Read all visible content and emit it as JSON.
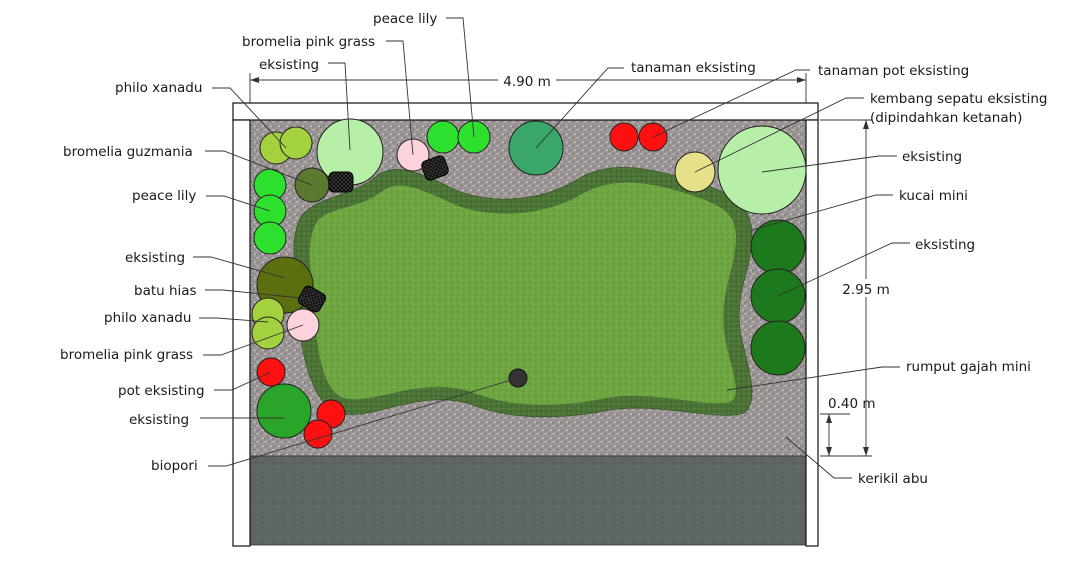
{
  "title": "",
  "dimensions": {
    "width": "4.90 m",
    "height": "2.95 m",
    "strip": "0.40 m"
  },
  "labels": {
    "peace_lily_top": "peace lily",
    "bromelia_pink_grass_top": "bromelia pink grass",
    "eksisting_top": "eksisting",
    "philo_xanadu_top": "philo xanadu",
    "bromelia_guzmania": "bromelia guzmania",
    "peace_lily_left": "peace lily",
    "eksisting_left": "eksisting",
    "batu_hias": "batu hias",
    "philo_xanadu_left": "philo xanadu",
    "bromelia_pink_grass_left": "bromelia pink grass",
    "pot_eksisting": "pot eksisting",
    "eksisting_bottom_left": "eksisting",
    "biopori": "biopori",
    "tanaman_eksisting": "tanaman eksisting",
    "tanaman_pot_eksisting": "tanaman pot eksisting",
    "kembang_sepatu_1": "kembang sepatu eksisting",
    "kembang_sepatu_2": "(dipindahkan ketanah)",
    "eksisting_right_top": "eksisting",
    "kucai_mini": "kucai mini",
    "eksisting_right": "eksisting",
    "rumput_gajah_mini": "rumput gajah mini",
    "kerikil_abu": "kerikil abu"
  },
  "colors": {
    "gravel": "#9c9696",
    "lawn": "#6fa642",
    "lawn_border": "#4c7336",
    "paving": "#5e6662",
    "wall": "#ffffff",
    "plant_light_green": "#b6f0a8",
    "plant_bright_green": "#2ee02e",
    "plant_lime": "#a4d13e",
    "plant_olive": "#5b6e22",
    "plant_dark_green": "#1c7a1c",
    "plant_teal": "#3aa66a",
    "plant_red": "#ff1010",
    "plant_pink": "#fcd2dc",
    "plant_khaki": "#e6e08a",
    "plant_mid_green": "#2aa52a",
    "stone_black": "#111111"
  }
}
